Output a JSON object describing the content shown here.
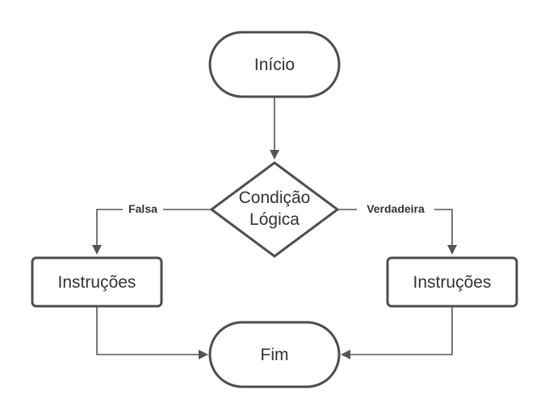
{
  "nodes": {
    "start": {
      "label": "Início"
    },
    "decision": {
      "line1": "Condição",
      "line2": "Lógica"
    },
    "instructions_left": {
      "label": "Instruções"
    },
    "instructions_right": {
      "label": "Instruções"
    },
    "end": {
      "label": "Fim"
    }
  },
  "edges": {
    "false_label": "Falsa",
    "true_label": "Verdadeira"
  },
  "colors": {
    "stroke": "#4d4d4d",
    "connector": "#555555",
    "text": "#333333",
    "background": "#ffffff"
  }
}
